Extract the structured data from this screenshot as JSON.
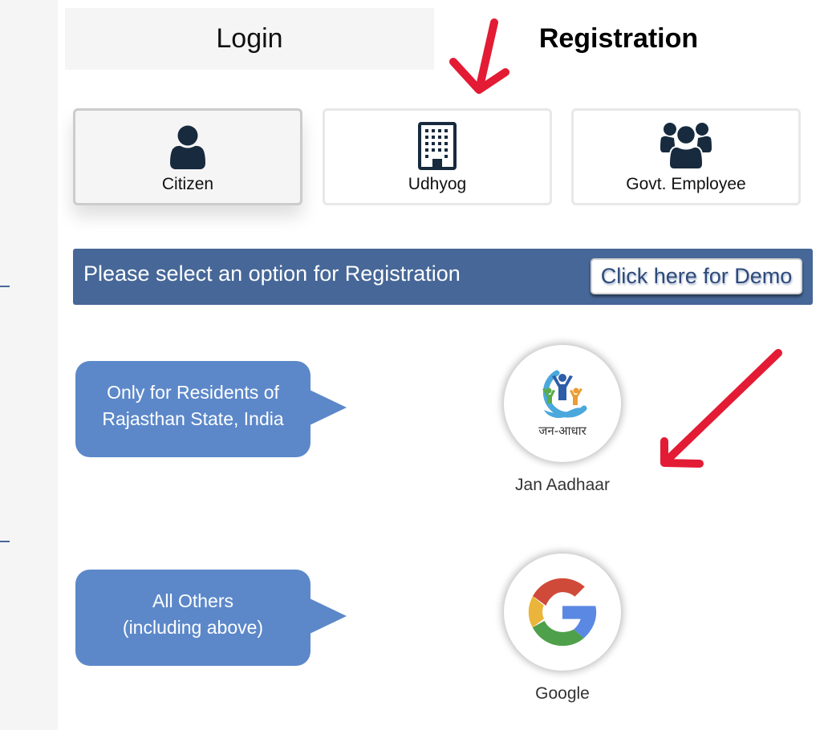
{
  "tabs": [
    {
      "label": "Login",
      "active": false
    },
    {
      "label": "Registration",
      "active": true
    }
  ],
  "user_types": [
    {
      "label": "Citizen",
      "icon": "user-icon",
      "selected": true
    },
    {
      "label": "Udhyog",
      "icon": "building-icon",
      "selected": false
    },
    {
      "label": "Govt. Employee",
      "icon": "users-icon",
      "selected": false
    }
  ],
  "banner": {
    "text": "Please select an option for Registration",
    "demo_button": "Click here for Demo"
  },
  "options": [
    {
      "callout_line1": "Only for Residents of",
      "callout_line2": "Rajasthan State, India",
      "provider": "Jan Aadhaar",
      "logo_text": "जन-आधार"
    },
    {
      "callout_line1": "All Others",
      "callout_line2": "(including above)",
      "provider": "Google"
    }
  ],
  "colors": {
    "banner": "#466797",
    "callout": "#5c88c9",
    "annotation_arrow": "#e31b34",
    "icon": "#172a3e"
  }
}
